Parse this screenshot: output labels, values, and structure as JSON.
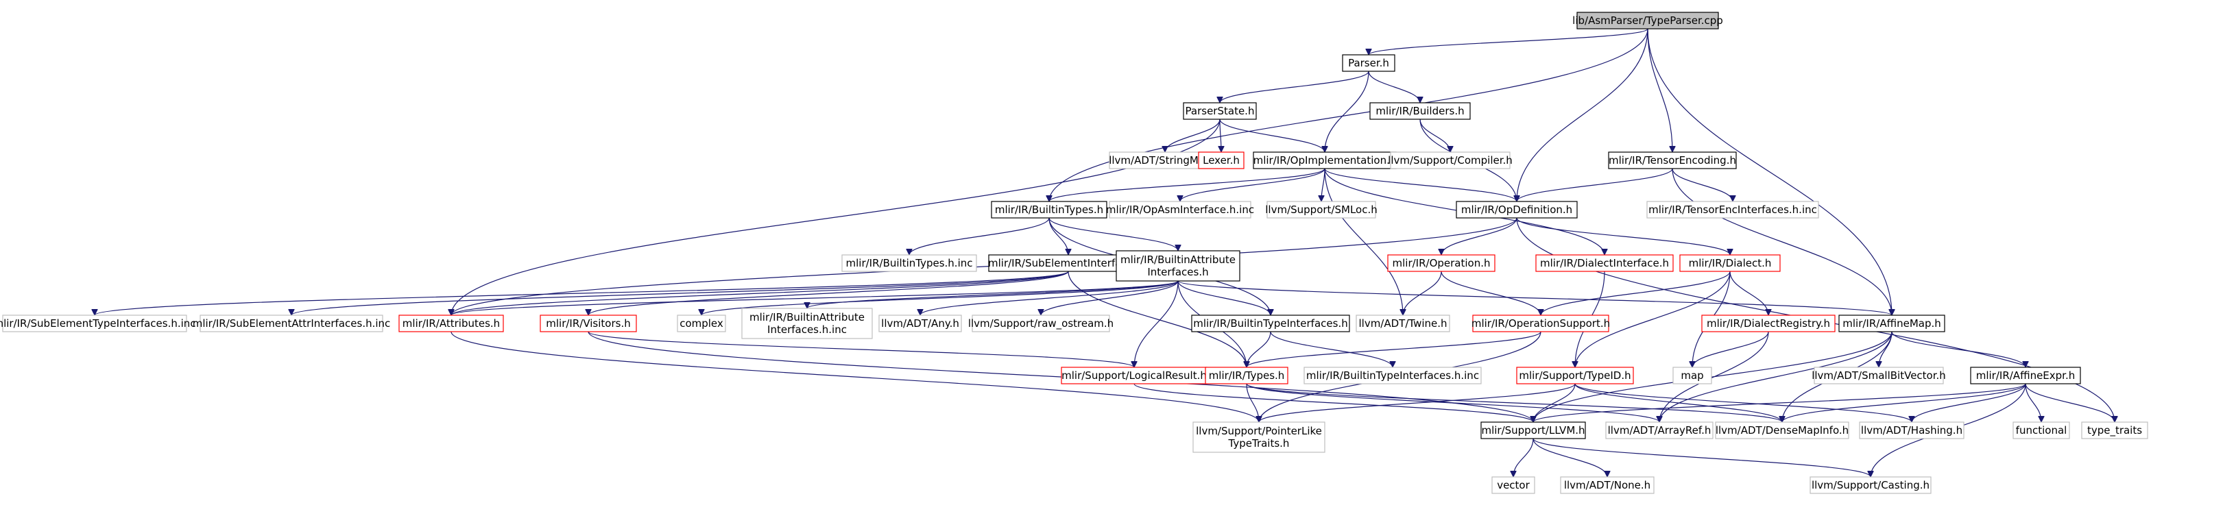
{
  "colors": {
    "root_fill": "#bfbfbf",
    "edge": "#191970",
    "black_border": "#000000",
    "red_border": "#ff0000",
    "gray_border": "#bfbfbf",
    "node_fill": "#ffffff"
  },
  "nodes": [
    {
      "id": "root",
      "lines": [
        "lib/AsmParser/TypeParser.cpp"
      ],
      "style": "root"
    },
    {
      "id": "parser_h",
      "lines": [
        "Parser.h"
      ],
      "style": "black"
    },
    {
      "id": "parserstate_h",
      "lines": [
        "ParserState.h"
      ],
      "style": "black"
    },
    {
      "id": "builders_h",
      "lines": [
        "mlir/IR/Builders.h"
      ],
      "style": "black"
    },
    {
      "id": "tensorencoding_h",
      "lines": [
        "mlir/IR/TensorEncoding.h"
      ],
      "style": "black"
    },
    {
      "id": "stringmap_h",
      "lines": [
        "llvm/ADT/StringMap.h"
      ],
      "style": "gray"
    },
    {
      "id": "lexer_h",
      "lines": [
        "Lexer.h"
      ],
      "style": "red"
    },
    {
      "id": "opimplementation_h",
      "lines": [
        "mlir/IR/OpImplementation.h"
      ],
      "style": "black"
    },
    {
      "id": "compiler_h",
      "lines": [
        "llvm/Support/Compiler.h"
      ],
      "style": "gray"
    },
    {
      "id": "builtintypes_h",
      "lines": [
        "mlir/IR/BuiltinTypes.h"
      ],
      "style": "black"
    },
    {
      "id": "opasminterface_inc",
      "lines": [
        "mlir/IR/OpAsmInterface.h.inc"
      ],
      "style": "gray"
    },
    {
      "id": "smloc_h",
      "lines": [
        "llvm/Support/SMLoc.h"
      ],
      "style": "gray"
    },
    {
      "id": "opdefinition_h",
      "lines": [
        "mlir/IR/OpDefinition.h"
      ],
      "style": "black"
    },
    {
      "id": "tensorencinterfaces_inc",
      "lines": [
        "mlir/IR/TensorEncInterfaces.h.inc"
      ],
      "style": "gray"
    },
    {
      "id": "builtintypes_inc",
      "lines": [
        "mlir/IR/BuiltinTypes.h.inc"
      ],
      "style": "gray"
    },
    {
      "id": "subelementinterfaces_h",
      "lines": [
        "mlir/IR/SubElementInterfaces.h"
      ],
      "style": "black"
    },
    {
      "id": "builtinattributeinterfaces_h",
      "lines": [
        "mlir/IR/BuiltinAttribute",
        "Interfaces.h"
      ],
      "style": "black"
    },
    {
      "id": "operation_h",
      "lines": [
        "mlir/IR/Operation.h"
      ],
      "style": "red"
    },
    {
      "id": "dialectinterface_h",
      "lines": [
        "mlir/IR/DialectInterface.h"
      ],
      "style": "red"
    },
    {
      "id": "dialect_h",
      "lines": [
        "mlir/IR/Dialect.h"
      ],
      "style": "red"
    },
    {
      "id": "subelementtypeinterfaces_inc",
      "lines": [
        "mlir/IR/SubElementTypeInterfaces.h.inc"
      ],
      "style": "gray"
    },
    {
      "id": "subelementattrinterfaces_inc",
      "lines": [
        "mlir/IR/SubElementAttrInterfaces.h.inc"
      ],
      "style": "gray"
    },
    {
      "id": "attributes_h",
      "lines": [
        "mlir/IR/Attributes.h"
      ],
      "style": "red"
    },
    {
      "id": "visitors_h",
      "lines": [
        "mlir/IR/Visitors.h"
      ],
      "style": "red"
    },
    {
      "id": "complex",
      "lines": [
        "complex"
      ],
      "style": "gray"
    },
    {
      "id": "builtinattributeinterfaces_inc",
      "lines": [
        "mlir/IR/BuiltinAttribute",
        "Interfaces.h.inc"
      ],
      "style": "gray"
    },
    {
      "id": "any_h",
      "lines": [
        "llvm/ADT/Any.h"
      ],
      "style": "gray"
    },
    {
      "id": "raw_ostream_h",
      "lines": [
        "llvm/Support/raw_ostream.h"
      ],
      "style": "gray"
    },
    {
      "id": "builtintypeinterfaces_h",
      "lines": [
        "mlir/IR/BuiltinTypeInterfaces.h"
      ],
      "style": "black"
    },
    {
      "id": "twine_h",
      "lines": [
        "llvm/ADT/Twine.h"
      ],
      "style": "gray"
    },
    {
      "id": "operationsupport_h",
      "lines": [
        "mlir/IR/OperationSupport.h"
      ],
      "style": "red"
    },
    {
      "id": "dialectregistry_h",
      "lines": [
        "mlir/IR/DialectRegistry.h"
      ],
      "style": "red"
    },
    {
      "id": "affinemap_h",
      "lines": [
        "mlir/IR/AffineMap.h"
      ],
      "style": "black"
    },
    {
      "id": "logicalresult_h",
      "lines": [
        "mlir/Support/LogicalResult.h"
      ],
      "style": "red"
    },
    {
      "id": "types_h",
      "lines": [
        "mlir/IR/Types.h"
      ],
      "style": "red"
    },
    {
      "id": "builtintypeinterfaces_inc",
      "lines": [
        "mlir/IR/BuiltinTypeInterfaces.h.inc"
      ],
      "style": "gray"
    },
    {
      "id": "typeid_h",
      "lines": [
        "mlir/Support/TypeID.h"
      ],
      "style": "red"
    },
    {
      "id": "map",
      "lines": [
        "map"
      ],
      "style": "gray"
    },
    {
      "id": "smallbitvector_h",
      "lines": [
        "llvm/ADT/SmallBitVector.h"
      ],
      "style": "gray"
    },
    {
      "id": "affineexpr_h",
      "lines": [
        "mlir/IR/AffineExpr.h"
      ],
      "style": "black"
    },
    {
      "id": "pointerliketypetraits_h",
      "lines": [
        "llvm/Support/PointerLike",
        "TypeTraits.h"
      ],
      "style": "gray"
    },
    {
      "id": "llvm_h",
      "lines": [
        "mlir/Support/LLVM.h"
      ],
      "style": "black"
    },
    {
      "id": "arrayref_h",
      "lines": [
        "llvm/ADT/ArrayRef.h"
      ],
      "style": "gray"
    },
    {
      "id": "densemapinfo_h",
      "lines": [
        "llvm/ADT/DenseMapInfo.h"
      ],
      "style": "gray"
    },
    {
      "id": "hashing_h",
      "lines": [
        "llvm/ADT/Hashing.h"
      ],
      "style": "gray"
    },
    {
      "id": "functional",
      "lines": [
        "functional"
      ],
      "style": "gray"
    },
    {
      "id": "type_traits",
      "lines": [
        "type_traits"
      ],
      "style": "gray"
    },
    {
      "id": "vector",
      "lines": [
        "vector"
      ],
      "style": "gray"
    },
    {
      "id": "none_h",
      "lines": [
        "llvm/ADT/None.h"
      ],
      "style": "gray"
    },
    {
      "id": "casting_h",
      "lines": [
        "llvm/Support/Casting.h"
      ],
      "style": "gray"
    }
  ],
  "edges": [
    [
      "root",
      "parser_h"
    ],
    [
      "root",
      "opdefinition_h"
    ],
    [
      "root",
      "tensorencoding_h"
    ],
    [
      "root",
      "affinemap_h"
    ],
    [
      "root",
      "builtintypes_h"
    ],
    [
      "parser_h",
      "parserstate_h"
    ],
    [
      "parser_h",
      "builders_h"
    ],
    [
      "parser_h",
      "opimplementation_h"
    ],
    [
      "parserstate_h",
      "stringmap_h"
    ],
    [
      "parserstate_h",
      "lexer_h"
    ],
    [
      "parserstate_h",
      "opimplementation_h"
    ],
    [
      "parserstate_h",
      "attributes_h"
    ],
    [
      "builders_h",
      "compiler_h"
    ],
    [
      "builders_h",
      "opdefinition_h"
    ],
    [
      "tensorencoding_h",
      "opdefinition_h"
    ],
    [
      "tensorencoding_h",
      "tensorencinterfaces_inc"
    ],
    [
      "tensorencoding_h",
      "affinemap_h"
    ],
    [
      "opimplementation_h",
      "builtintypes_h"
    ],
    [
      "opimplementation_h",
      "opasminterface_inc"
    ],
    [
      "opimplementation_h",
      "smloc_h"
    ],
    [
      "opimplementation_h",
      "opdefinition_h"
    ],
    [
      "opimplementation_h",
      "twine_h"
    ],
    [
      "opimplementation_h",
      "dialectinterface_h"
    ],
    [
      "builtintypes_h",
      "builtintypes_inc"
    ],
    [
      "builtintypes_h",
      "subelementinterfaces_h"
    ],
    [
      "builtintypes_h",
      "builtinattributeinterfaces_h"
    ],
    [
      "builtintypes_h",
      "builtintypeinterfaces_h"
    ],
    [
      "opdefinition_h",
      "operation_h"
    ],
    [
      "opdefinition_h",
      "dialect_h"
    ],
    [
      "opdefinition_h",
      "type_traits"
    ],
    [
      "opdefinition_h",
      "attributes_h"
    ],
    [
      "subelementinterfaces_h",
      "subelementtypeinterfaces_inc"
    ],
    [
      "subelementinterfaces_h",
      "subelementattrinterfaces_inc"
    ],
    [
      "subelementinterfaces_h",
      "attributes_h"
    ],
    [
      "subelementinterfaces_h",
      "visitors_h"
    ],
    [
      "subelementinterfaces_h",
      "types_h"
    ],
    [
      "builtinattributeinterfaces_h",
      "attributes_h"
    ],
    [
      "builtinattributeinterfaces_h",
      "complex"
    ],
    [
      "builtinattributeinterfaces_h",
      "builtinattributeinterfaces_inc"
    ],
    [
      "builtinattributeinterfaces_h",
      "any_h"
    ],
    [
      "builtinattributeinterfaces_h",
      "raw_ostream_h"
    ],
    [
      "builtinattributeinterfaces_h",
      "builtintypeinterfaces_h"
    ],
    [
      "builtinattributeinterfaces_h",
      "logicalresult_h"
    ],
    [
      "builtinattributeinterfaces_h",
      "types_h"
    ],
    [
      "builtinattributeinterfaces_h",
      "affinemap_h"
    ],
    [
      "operation_h",
      "twine_h"
    ],
    [
      "operation_h",
      "operationsupport_h"
    ],
    [
      "dialectinterface_h",
      "typeid_h"
    ],
    [
      "dialect_h",
      "operationsupport_h"
    ],
    [
      "dialect_h",
      "dialectregistry_h"
    ],
    [
      "dialect_h",
      "map"
    ],
    [
      "dialect_h",
      "typeid_h"
    ],
    [
      "attributes_h",
      "pointerliketypetraits_h"
    ],
    [
      "visitors_h",
      "logicalresult_h"
    ],
    [
      "visitors_h",
      "llvm_h"
    ],
    [
      "builtintypeinterfaces_h",
      "types_h"
    ],
    [
      "builtintypeinterfaces_h",
      "builtintypeinterfaces_inc"
    ],
    [
      "operationsupport_h",
      "types_h"
    ],
    [
      "operationsupport_h",
      "pointerliketypetraits_h"
    ],
    [
      "dialectregistry_h",
      "map"
    ],
    [
      "dialectregistry_h",
      "arrayref_h"
    ],
    [
      "affinemap_h",
      "llvm_h"
    ],
    [
      "affinemap_h",
      "smallbitvector_h"
    ],
    [
      "affinemap_h",
      "affineexpr_h"
    ],
    [
      "affinemap_h",
      "densemapinfo_h"
    ],
    [
      "affinemap_h",
      "arrayref_h"
    ],
    [
      "logicalresult_h",
      "llvm_h"
    ],
    [
      "types_h",
      "pointerliketypetraits_h"
    ],
    [
      "types_h",
      "densemapinfo_h"
    ],
    [
      "types_h",
      "arrayref_h"
    ],
    [
      "typeid_h",
      "llvm_h"
    ],
    [
      "typeid_h",
      "pointerliketypetraits_h"
    ],
    [
      "typeid_h",
      "densemapinfo_h"
    ],
    [
      "typeid_h",
      "hashing_h"
    ],
    [
      "affineexpr_h",
      "llvm_h"
    ],
    [
      "affineexpr_h",
      "densemapinfo_h"
    ],
    [
      "affineexpr_h",
      "hashing_h"
    ],
    [
      "affineexpr_h",
      "functional"
    ],
    [
      "affineexpr_h",
      "type_traits"
    ],
    [
      "affineexpr_h",
      "casting_h"
    ],
    [
      "llvm_h",
      "vector"
    ],
    [
      "llvm_h",
      "none_h"
    ],
    [
      "llvm_h",
      "casting_h"
    ]
  ]
}
